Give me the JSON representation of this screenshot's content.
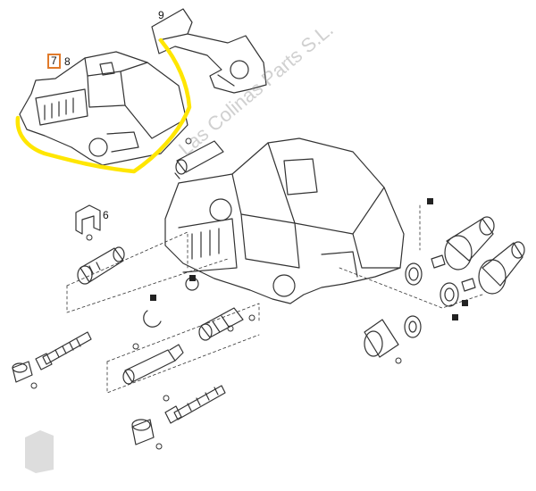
{
  "callouts": {
    "highlighted": "7",
    "l8": "8",
    "l9": "9",
    "l6": "6"
  },
  "watermark": "Las Colinas Parts S.L.",
  "highlight_color": "#ffe600",
  "callout_box_color": "#e07a2a"
}
